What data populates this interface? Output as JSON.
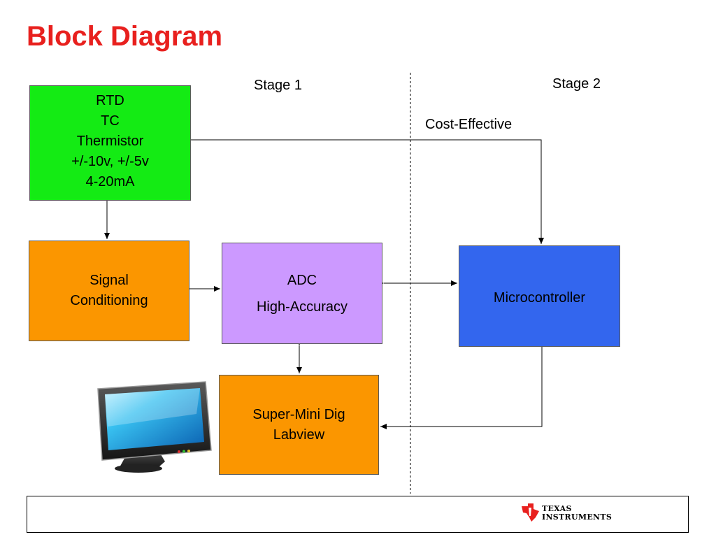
{
  "title": "Block Diagram",
  "stages": {
    "stage1": "Stage 1",
    "stage2": "Stage 2"
  },
  "cost_label": "Cost-Effective",
  "blocks": {
    "sensors": [
      "RTD",
      "TC",
      "Thermistor",
      "+/-10v, +/-5v",
      "4-20mA"
    ],
    "signal_conditioning": [
      "Signal",
      "Conditioning"
    ],
    "adc": [
      "ADC",
      "High-Accuracy"
    ],
    "microcontroller": [
      "Microcontroller"
    ],
    "super_mini_dig": [
      "Super-Mini Dig",
      "Labview"
    ]
  },
  "colors": {
    "title": "#e8201e",
    "sensors": "#14eb14",
    "signal_conditioning": "#fb9600",
    "adc": "#cc99ff",
    "microcontroller": "#3366ee",
    "super_mini_dig": "#fb9600",
    "ti_logo": "#e8201e"
  },
  "icons": {
    "monitor": "computer-monitor-icon",
    "ti": "texas-instruments-logo"
  },
  "logo": {
    "line1": "TEXAS",
    "line2": "INSTRUMENTS"
  }
}
